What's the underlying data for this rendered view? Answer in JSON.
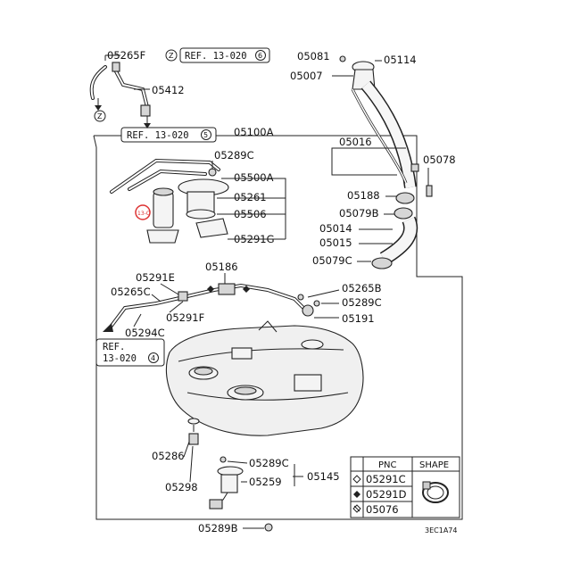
{
  "labels": {
    "p05265F": "05265F",
    "ref_top": "REF. 13-020",
    "ref_top_num": "6",
    "p05412": "05412",
    "ref_mid": "REF. 13-020",
    "ref_mid_num": "5",
    "p05100A": "05100A",
    "p05289C_a": "05289C",
    "p05500A": "05500A",
    "p05261": "05261",
    "p05506": "05506",
    "p05291G": "05291G",
    "p05081": "05081",
    "p05114": "05114",
    "p05007": "05007",
    "p05016": "05016",
    "p05078": "05078",
    "p05188": "05188",
    "p05079B": "05079B",
    "p05014": "05014",
    "p05015": "05015",
    "p05079C": "05079C",
    "p05186": "05186",
    "p05291E": "05291E",
    "p05265C": "05265C",
    "p05291F": "05291F",
    "p05294C": "05294C",
    "ref_left": "REF.",
    "ref_left2": "13-020",
    "ref_left_num": "4",
    "p05265B": "05265B",
    "p05289C_b": "05289C",
    "p05191": "05191",
    "p05286": "05286",
    "p05298": "05298",
    "p05289C_c": "05289C",
    "p05145": "05145",
    "p05259": "05259",
    "p05289B": "05289B",
    "z_mark": "Z",
    "pump_tag": "13-C",
    "diagram_code": "3EC1A74"
  },
  "legend": {
    "header_pnc": "PNC",
    "header_shape": "SHAPE",
    "rows": [
      "05291C",
      "05291D",
      "05076"
    ]
  }
}
